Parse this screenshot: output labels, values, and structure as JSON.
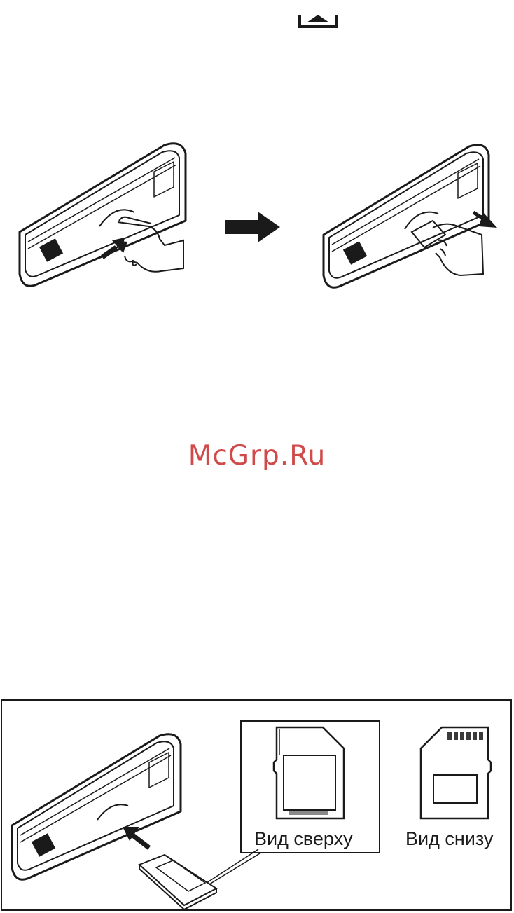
{
  "icons": {
    "eject": "eject-icon"
  },
  "watermark": "McGrp.Ru",
  "figure3": {
    "top_view_label": "Вид сверху",
    "bottom_view_label": "Вид снизу"
  },
  "colors": {
    "line": "#1a1a1a",
    "watermark": "#d04a4a"
  }
}
